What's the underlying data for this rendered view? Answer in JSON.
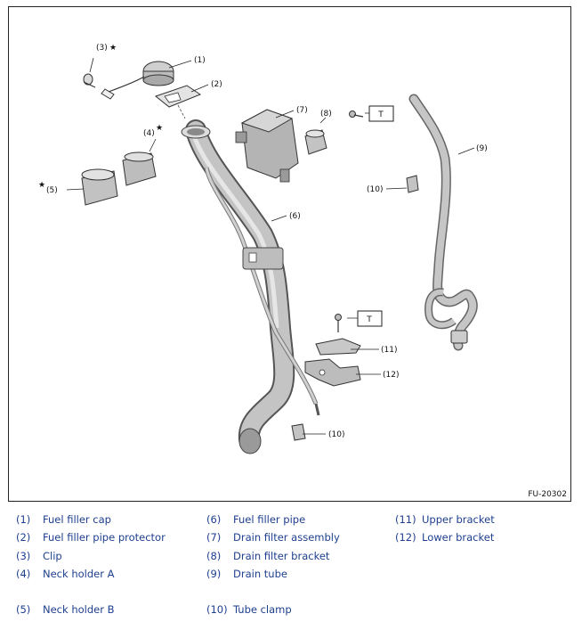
{
  "figure": {
    "id": "FU-20302",
    "callouts": {
      "c1": "(1)",
      "c2": "(2)",
      "c3": "(3)",
      "c4": "(4)",
      "c5": "(5)",
      "c6": "(6)",
      "c7": "(7)",
      "c8": "(8)",
      "c9": "(9)",
      "c10a": "(10)",
      "c10b": "(10)",
      "c11": "(11)",
      "c12": "(12)"
    },
    "star": "★",
    "torque_label": "T"
  },
  "legend": [
    {
      "num": "(1)",
      "text": "Fuel filler cap"
    },
    {
      "num": "(2)",
      "text": "Fuel filler pipe protector"
    },
    {
      "num": "(3)",
      "text": "Clip"
    },
    {
      "num": "(4)",
      "text": "Neck holder A"
    },
    {
      "num": "(5)",
      "text": "Neck holder B"
    },
    {
      "num": "(6)",
      "text": "Fuel filler pipe"
    },
    {
      "num": "(7)",
      "text": "Drain filter assembly"
    },
    {
      "num": "(8)",
      "text": "Drain filter bracket"
    },
    {
      "num": "(9)",
      "text": "Drain tube"
    },
    {
      "num": "(10)",
      "text": "Tube clamp"
    },
    {
      "num": "(11)",
      "text": "Upper bracket"
    },
    {
      "num": "(12)",
      "text": "Lower bracket"
    }
  ]
}
